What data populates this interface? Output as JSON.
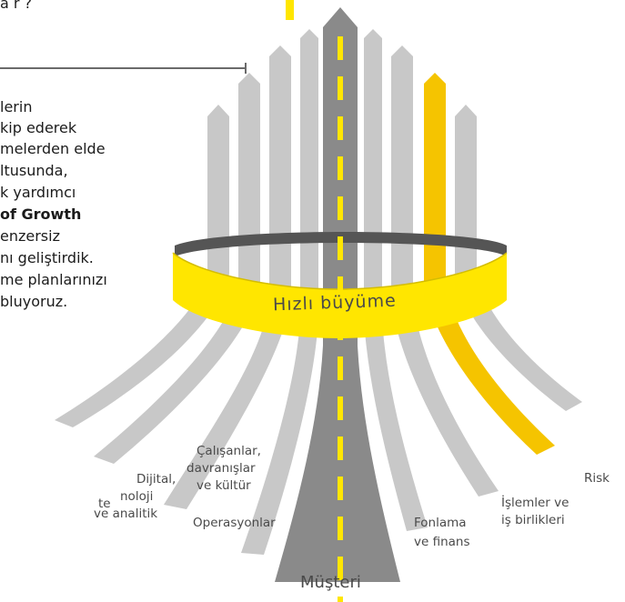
{
  "top_fragment": "a r ?",
  "paragraph": [
    "lerin",
    "kip ederek",
    "melerden elde",
    "ltusunda,",
    "k yardımcı",
    "of Growth",
    "enzersiz",
    "nı geliştirdik.",
    "me planlarınızı",
    "bluyoruz."
  ],
  "band_label": "Hızlı büyüme",
  "center_label": "Müşteri",
  "categories": {
    "calisanlar": [
      "Çalışanlar,",
      "davranışlar",
      "ve kültür"
    ],
    "dijital": [
      "Dijital,",
      "te",
      "noloji",
      "ve analitik"
    ],
    "operasyonlar": "Operasyonlar",
    "fonlama": [
      "Fonlama",
      "ve finans"
    ],
    "islemler": [
      "İşlemler ve",
      "iş birlikleri"
    ],
    "risk": "Risk"
  },
  "colors": {
    "yellow": "#FFE600",
    "gold": "#F5C400",
    "light_gray": "#C8C8C8",
    "dark_gray": "#8A8A8A",
    "band_dark": "#555555"
  }
}
